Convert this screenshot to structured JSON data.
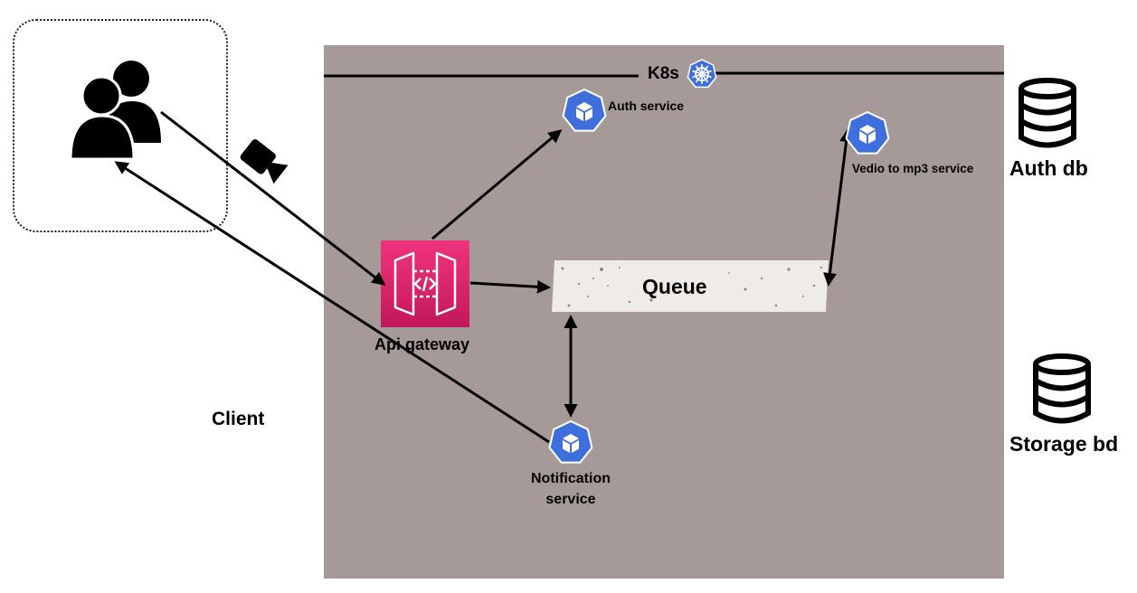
{
  "client": {
    "label": "Client"
  },
  "cluster": {
    "label": "K8s"
  },
  "gateway": {
    "label": "Api gateway"
  },
  "queue": {
    "label": "Queue"
  },
  "services": {
    "auth": {
      "label": "Auth service"
    },
    "converter": {
      "label": "Vedio to mp3 service"
    },
    "notification": {
      "label_line1": "Notification",
      "label_line2": "service"
    }
  },
  "databases": {
    "auth_db": {
      "label": "Auth db"
    },
    "storage_db": {
      "label": "Storage bd"
    }
  },
  "colors": {
    "cluster_background": "#a69a99",
    "service_icon": "#3f6fdc",
    "gateway": "#e5336f",
    "queue": "#efebe8"
  },
  "icons": {
    "client": "users-icon",
    "video": "video-camera-icon",
    "cluster": "kubernetes-icon",
    "service": "kubernetes-pod-icon",
    "gateway": "api-gateway-icon",
    "database": "database-icon"
  }
}
